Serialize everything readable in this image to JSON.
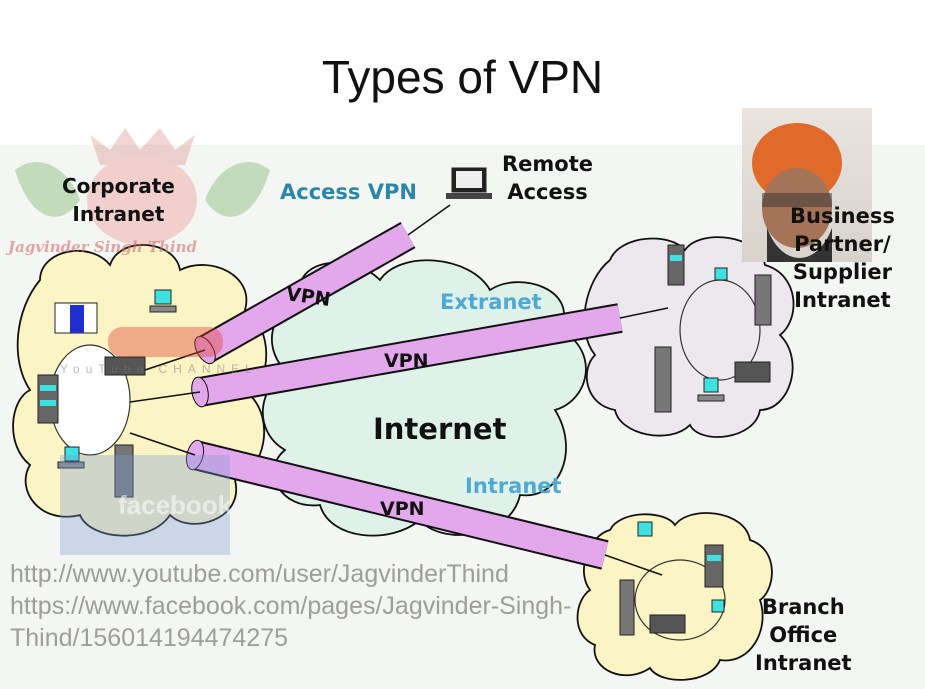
{
  "title": "Types of VPN",
  "clouds": {
    "corporate": "Corporate\nIntranet",
    "internet": "Internet",
    "partner": "Business\nPartner/\nSupplier\nIntranet",
    "branch": "Branch\nOffice\nIntranet",
    "remote": "Remote\nAccess"
  },
  "connections": {
    "access": {
      "label": "Access VPN",
      "tunnel": "VPN"
    },
    "extranet": {
      "label": "Extranet",
      "tunnel": "VPN"
    },
    "intranet": {
      "label": "Intranet",
      "tunnel": "VPN"
    }
  },
  "watermarks": {
    "youtube_url": "http://www.youtube.com/user/JagvinderThind",
    "facebook_url_1": "https://www.facebook.com/pages/Jagvinder-Singh-",
    "facebook_url_2": "Thind/156014194474275",
    "signature": "Jagvinder Singh Thind",
    "youtube_logo": "YouTube CHANNEL",
    "facebook_logo": "facebook"
  },
  "colors": {
    "corporate_cloud": "#fbf4c4",
    "internet_cloud": "#dff2ea",
    "partner_cloud": "#ede8ee",
    "tunnel": "#e3a8ec",
    "access_label": "#2b87a8",
    "extranet_label": "#4fa9d4"
  }
}
